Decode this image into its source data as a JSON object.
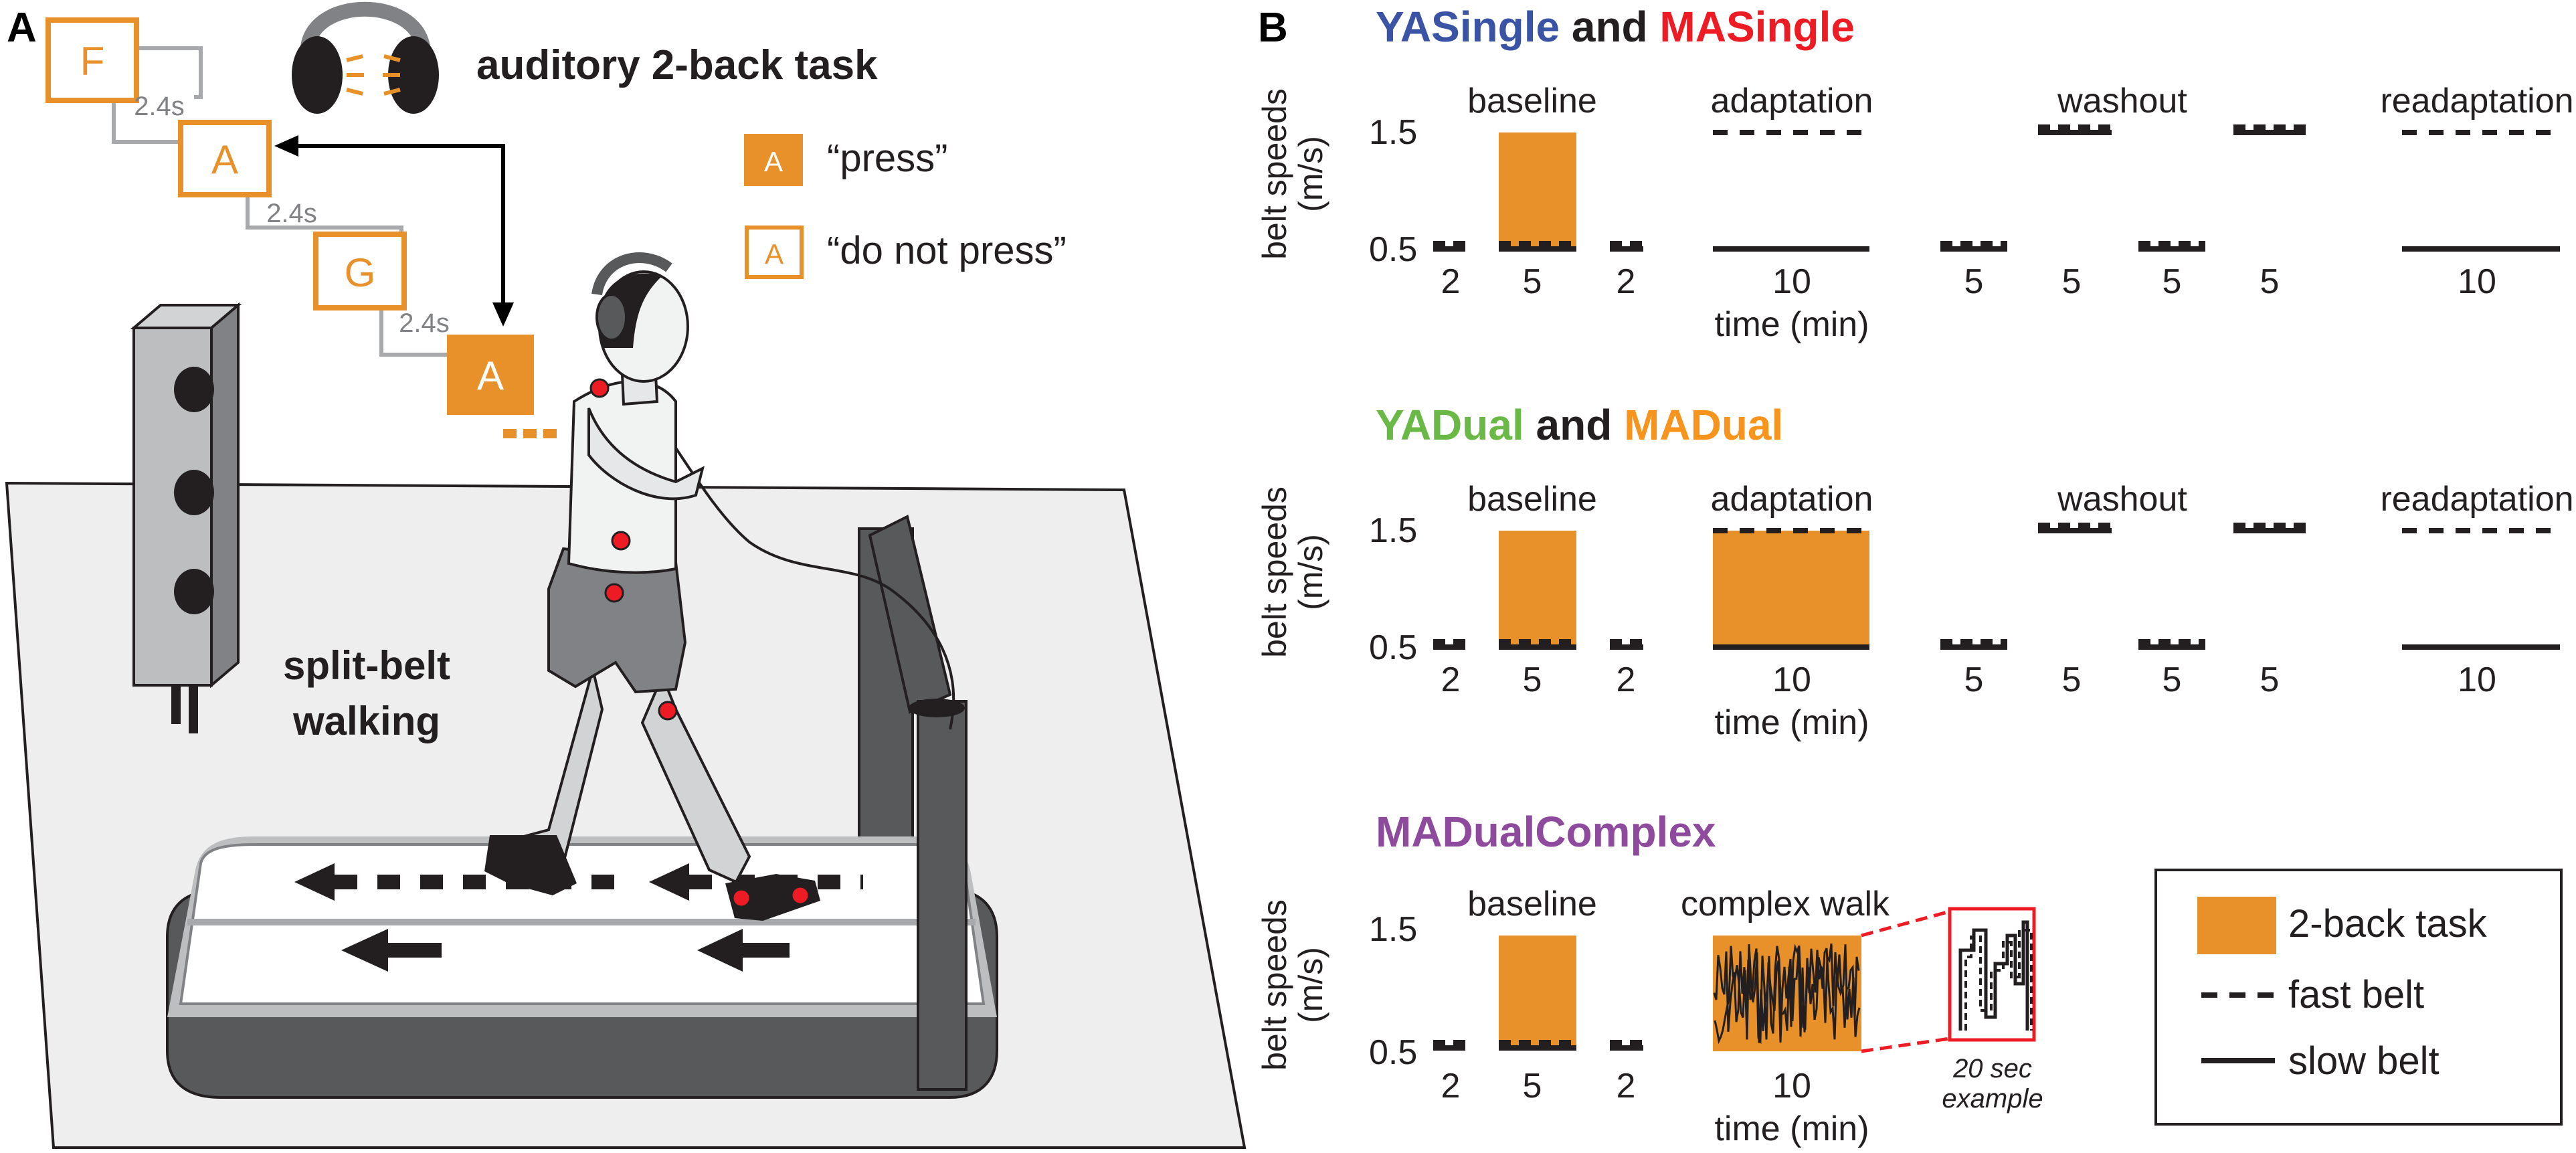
{
  "panel_a": {
    "label": "A",
    "task_title": "auditory 2-back task",
    "letters": [
      "F",
      "A",
      "G",
      "A"
    ],
    "intervals": [
      "2.4s",
      "2.4s",
      "2.4s"
    ],
    "legend": {
      "press_symbol": "A",
      "press_text": "“press”",
      "nopress_symbol": "A",
      "nopress_text": "“do not press”"
    },
    "walking_label_1": "split-belt",
    "walking_label_2": "walking"
  },
  "panel_b": {
    "label": "B",
    "row1": {
      "title_part1": "YASingle",
      "title_and": " and ",
      "title_part2": "MASingle",
      "title_colors": [
        "#3a53a4",
        "#231f20",
        "#ed1c24"
      ]
    },
    "row2": {
      "title_part1": "YADual",
      "title_and": " and ",
      "title_part2": "MADual",
      "title_colors": [
        "#6ab845",
        "#231f20",
        "#f7941d"
      ]
    },
    "row3": {
      "title": "MADualComplex",
      "title_color": "#8e4a9d"
    },
    "ylabel_1": "belt speeds",
    "ylabel_2": "(m/s)",
    "y_ticks": [
      "1.5",
      "0.5"
    ],
    "phases": {
      "baseline": "baseline",
      "adaptation": "adaptation",
      "washout": "washout",
      "readaptation": "readaptation",
      "complex_walk": "complex walk"
    },
    "durations_full": [
      "2",
      "5",
      "2",
      "10",
      "5",
      "5",
      "5",
      "5",
      "10"
    ],
    "durations_complex": [
      "2",
      "5",
      "2",
      "10"
    ],
    "xlabel": "time (min)",
    "example_1": "20 sec",
    "example_2": "example",
    "legend": {
      "task": "2-back task",
      "fast": "fast belt",
      "slow": "slow belt"
    },
    "colors": {
      "task_fill": "#e8912a",
      "belt_line": "#231f20"
    }
  }
}
